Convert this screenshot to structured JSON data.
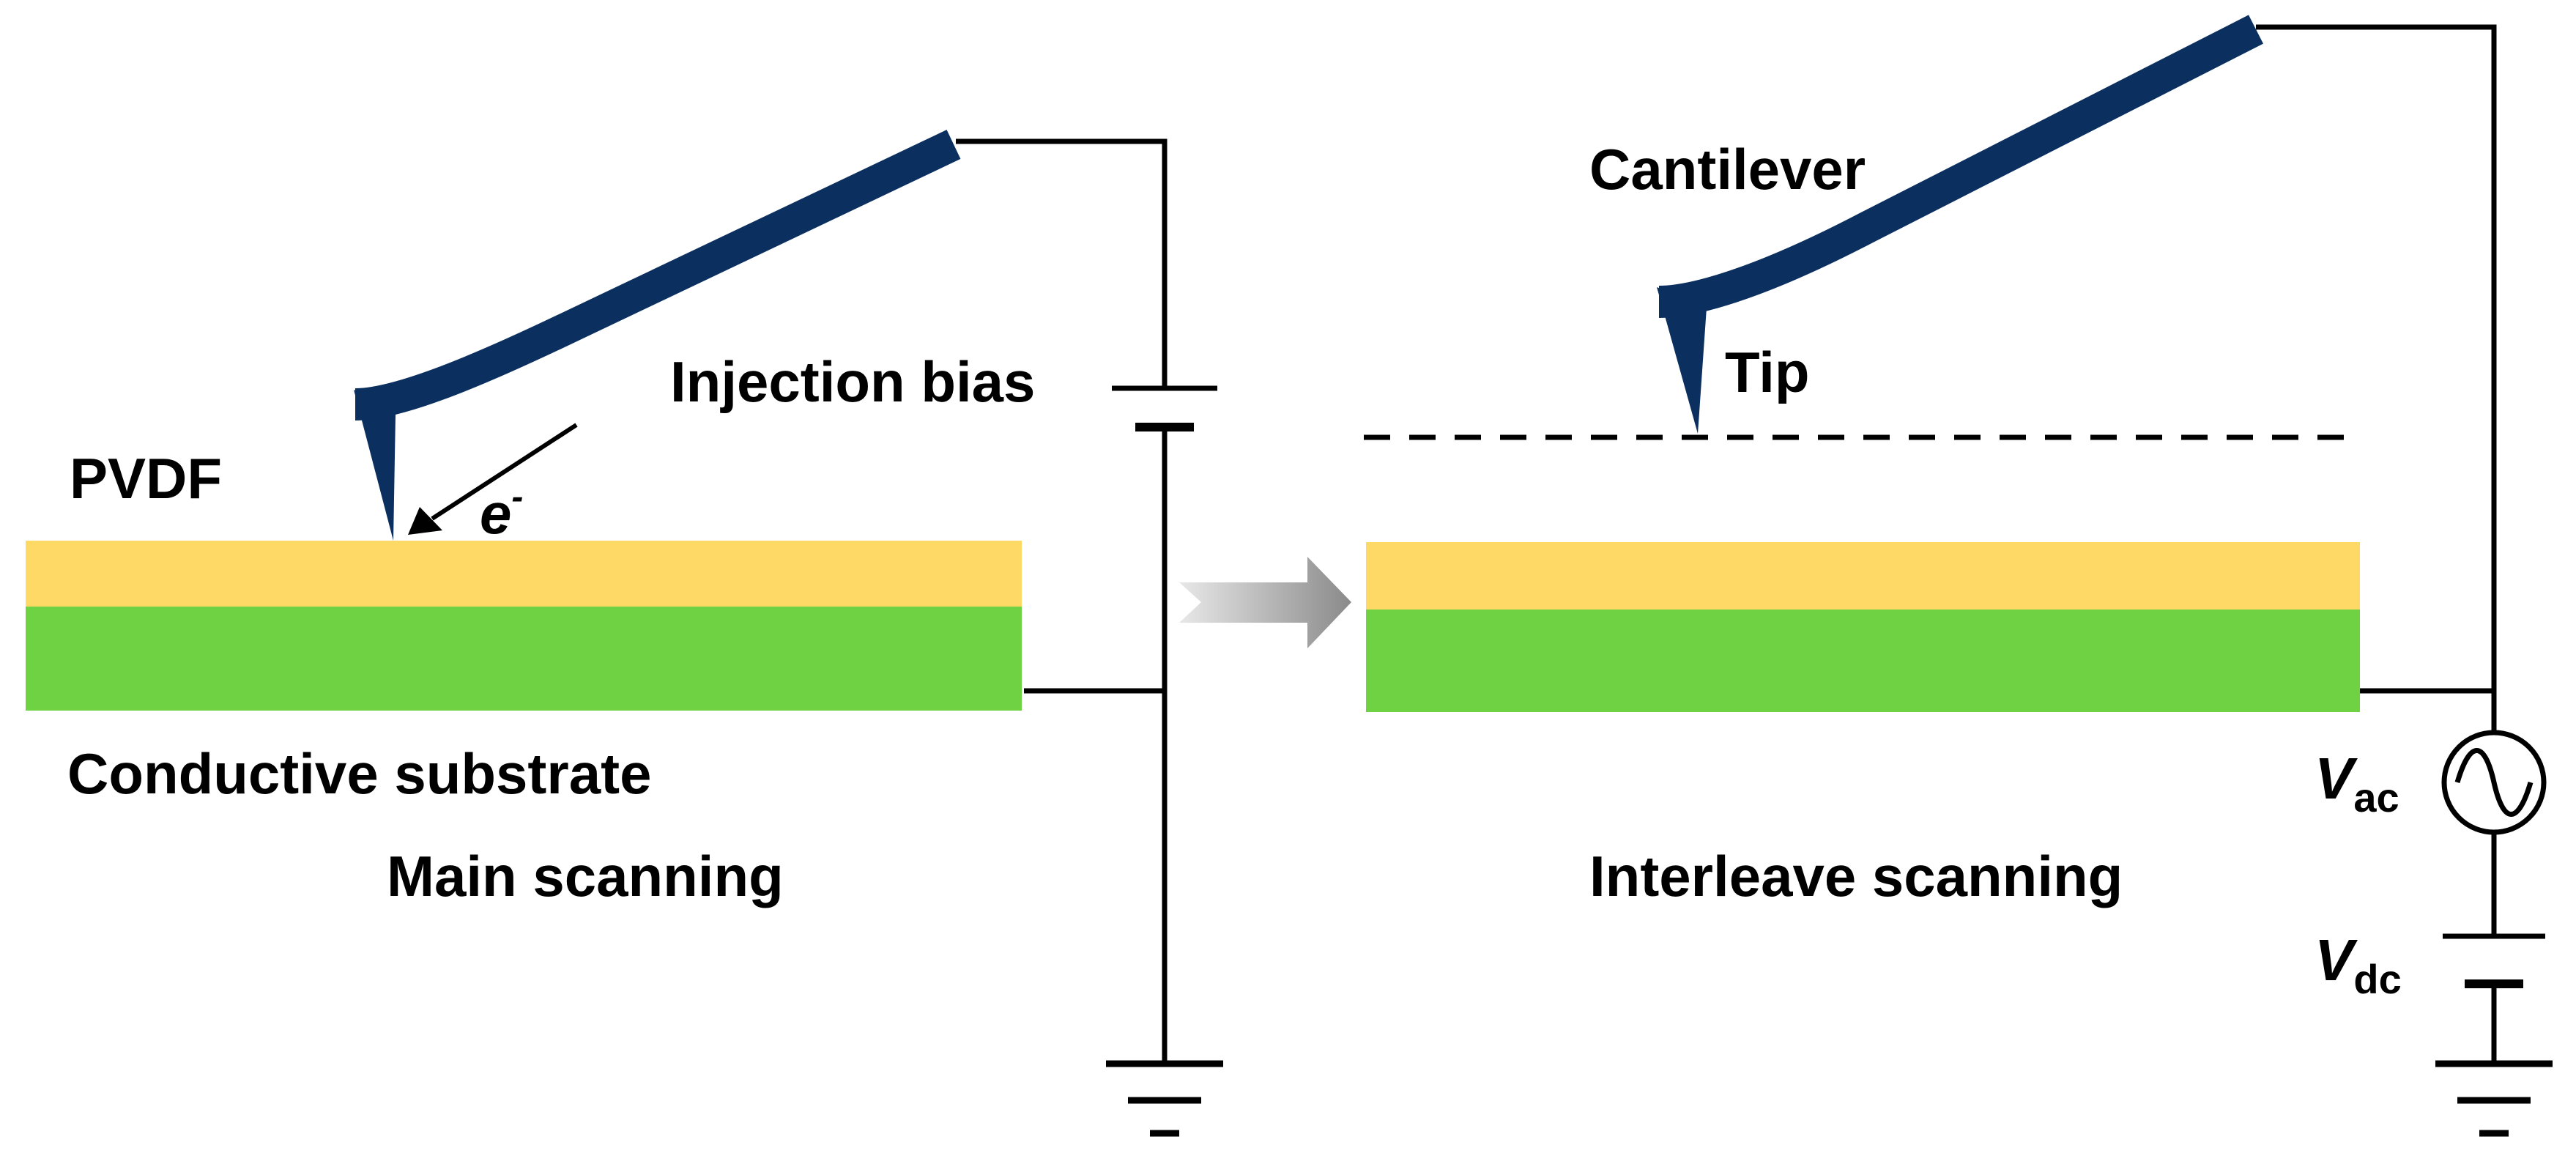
{
  "colors": {
    "cantilever": "#0b3060",
    "pvdf_layer": "#ffd966",
    "substrate_layer": "#6fd243",
    "wire": "#000000",
    "arrow_gradient_start": "#e8e8e8",
    "arrow_gradient_end": "#8a8a8a"
  },
  "labels": {
    "pvdf": "PVDF",
    "electron": "e",
    "electron_charge": "-",
    "injection_bias": "Injection bias",
    "conductive_substrate": "Conductive substrate",
    "main_scanning": "Main scanning",
    "cantilever": "Cantilever",
    "tip": "Tip",
    "interleave_scanning": "Interleave scanning",
    "vac_symbol": "V",
    "vac_subscript": "ac",
    "vdc_symbol": "V",
    "vdc_subscript": "dc"
  },
  "icons": {
    "transition_arrow": "right-arrow-icon",
    "ac_source": "ac-source-icon",
    "dc_battery": "battery-icon",
    "ground": "ground-icon"
  }
}
